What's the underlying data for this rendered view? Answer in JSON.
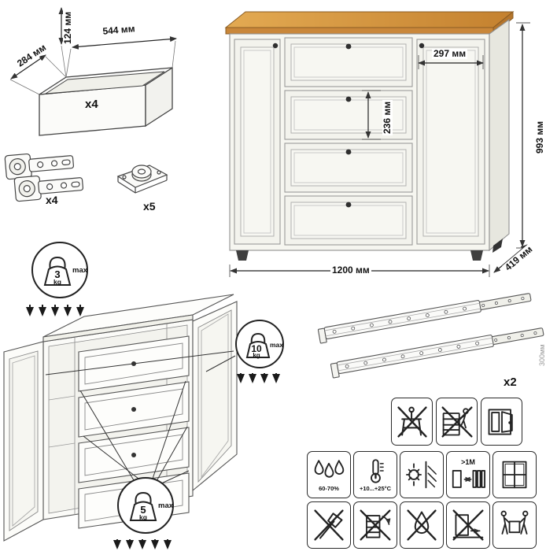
{
  "drawer_box": {
    "dim_height": "124 мм",
    "dim_width": "544 мм",
    "dim_depth": "284 мм",
    "count": "x4"
  },
  "hardware": {
    "hinges_count": "x4",
    "plates_count": "x5"
  },
  "commode": {
    "dim_door_width": "297 мм",
    "dim_drawer_height": "236 мм",
    "dim_height": "993 мм",
    "dim_width": "1200 мм",
    "dim_depth": "419 мм"
  },
  "load_limits": {
    "top": {
      "value": "3",
      "unit": "kg",
      "max_label": "max"
    },
    "doors": {
      "value": "10",
      "unit": "kg",
      "max_label": "max"
    },
    "drawers": {
      "value": "5",
      "unit": "kg",
      "max_label": "max"
    }
  },
  "slides": {
    "count": "x2",
    "length_note": "300мм"
  },
  "care": {
    "humidity": "60-70%",
    "temperature": "+10...+25°C",
    "heat_distance": ">1M"
  },
  "colors": {
    "wood_light": "#e3aa52",
    "wood_dark": "#c4812f",
    "body_panel": "#f6f6f0",
    "outline": "#444444"
  },
  "icons": {
    "row_top": [
      "no-standing-icon",
      "no-climbing-icon",
      "window-sash-icon"
    ],
    "row_mid": [
      "humidity-icon",
      "temperature-icon",
      "avoid-sunlight-icon",
      "heat-distance-icon",
      "ventilation-window-icon"
    ],
    "row_bottom": [
      "no-impact-icon",
      "no-tilt-icon",
      "no-moisture-icon",
      "no-drag-icon",
      "carry-together-icon"
    ]
  }
}
